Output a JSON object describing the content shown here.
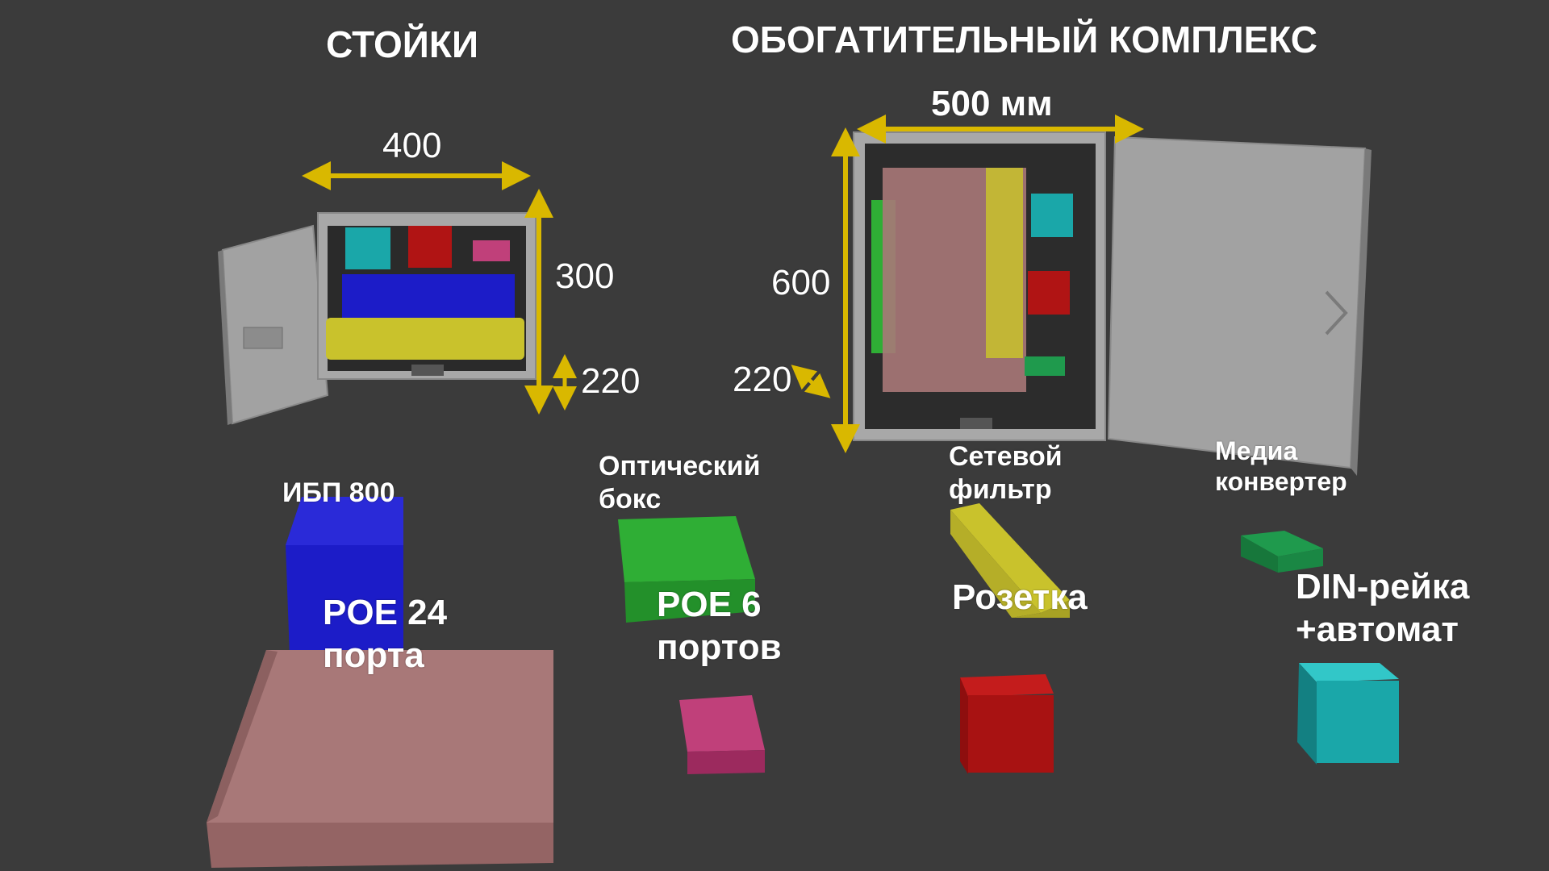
{
  "titles": {
    "racks": "СТОЙКИ",
    "enrichment": "ОБОГАТИТЕЛЬНЫЙ КОМПЛЕКС"
  },
  "small_cabinet": {
    "width": "400",
    "height": "300",
    "depth": "220"
  },
  "large_cabinet": {
    "width": "500 мм",
    "height": "600",
    "depth": "220"
  },
  "components": {
    "ups": "ИБП 800",
    "optical_box": "Оптический\nбокс",
    "surge_filter": "Сетевой\nфильтр",
    "media_converter": "Медиа\nконвертер",
    "poe24": "POE 24\nпорта",
    "poe6": "POE 6\nпортов",
    "socket": "Розетка",
    "din_rail": "DIN-рейка\n+автомат"
  },
  "colors": {
    "background": "#3b3b3b",
    "cabinet": "#a8a8a8",
    "arrow": "#d9b800",
    "ups": "#1c1cc8",
    "optical_box": "#2fae35",
    "surge_filter": "#c9c22c",
    "media_converter": "#1f9a4d",
    "poe24": "#a87878",
    "poe6": "#c0407a",
    "socket": "#b01414",
    "din_rail": "#1aa7a9"
  }
}
